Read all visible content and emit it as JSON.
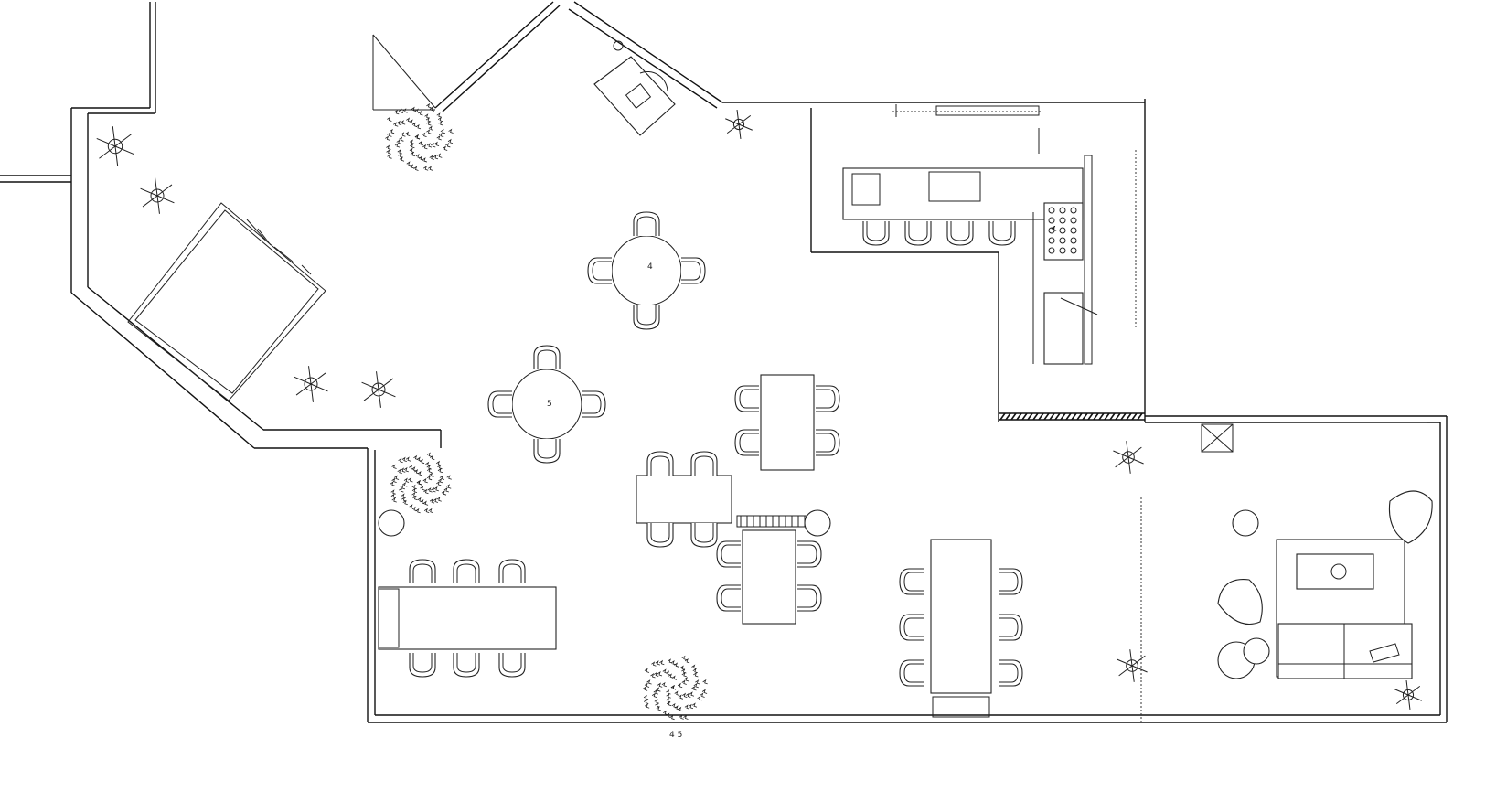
{
  "drawing": {
    "labels": {
      "table_mark_1": "4",
      "table_mark_2": "5",
      "plan_mark": "4 5"
    }
  }
}
